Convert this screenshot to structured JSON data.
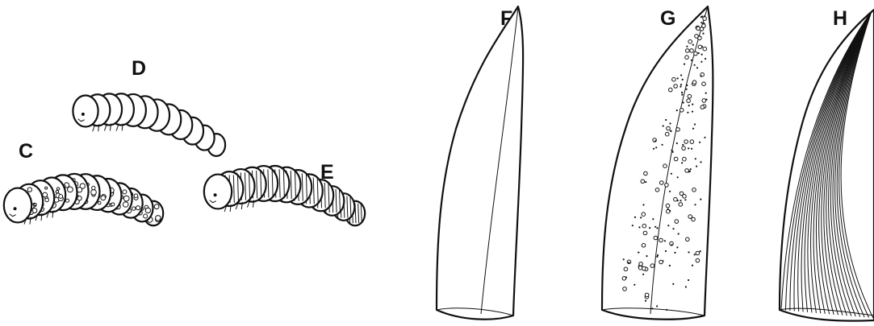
{
  "larvae": [
    {
      "id": "C",
      "label": "C",
      "pattern": "spotted"
    },
    {
      "id": "D",
      "label": "D",
      "pattern": "plain"
    },
    {
      "id": "E",
      "label": "E",
      "pattern": "striated"
    }
  ],
  "leaves": [
    {
      "id": "F",
      "label": "F",
      "pattern": "plain"
    },
    {
      "id": "G",
      "label": "G",
      "pattern": "spotted"
    },
    {
      "id": "H",
      "label": "H",
      "pattern": "striated"
    }
  ],
  "colors": {
    "ink": "#111111",
    "background": "#ffffff"
  }
}
